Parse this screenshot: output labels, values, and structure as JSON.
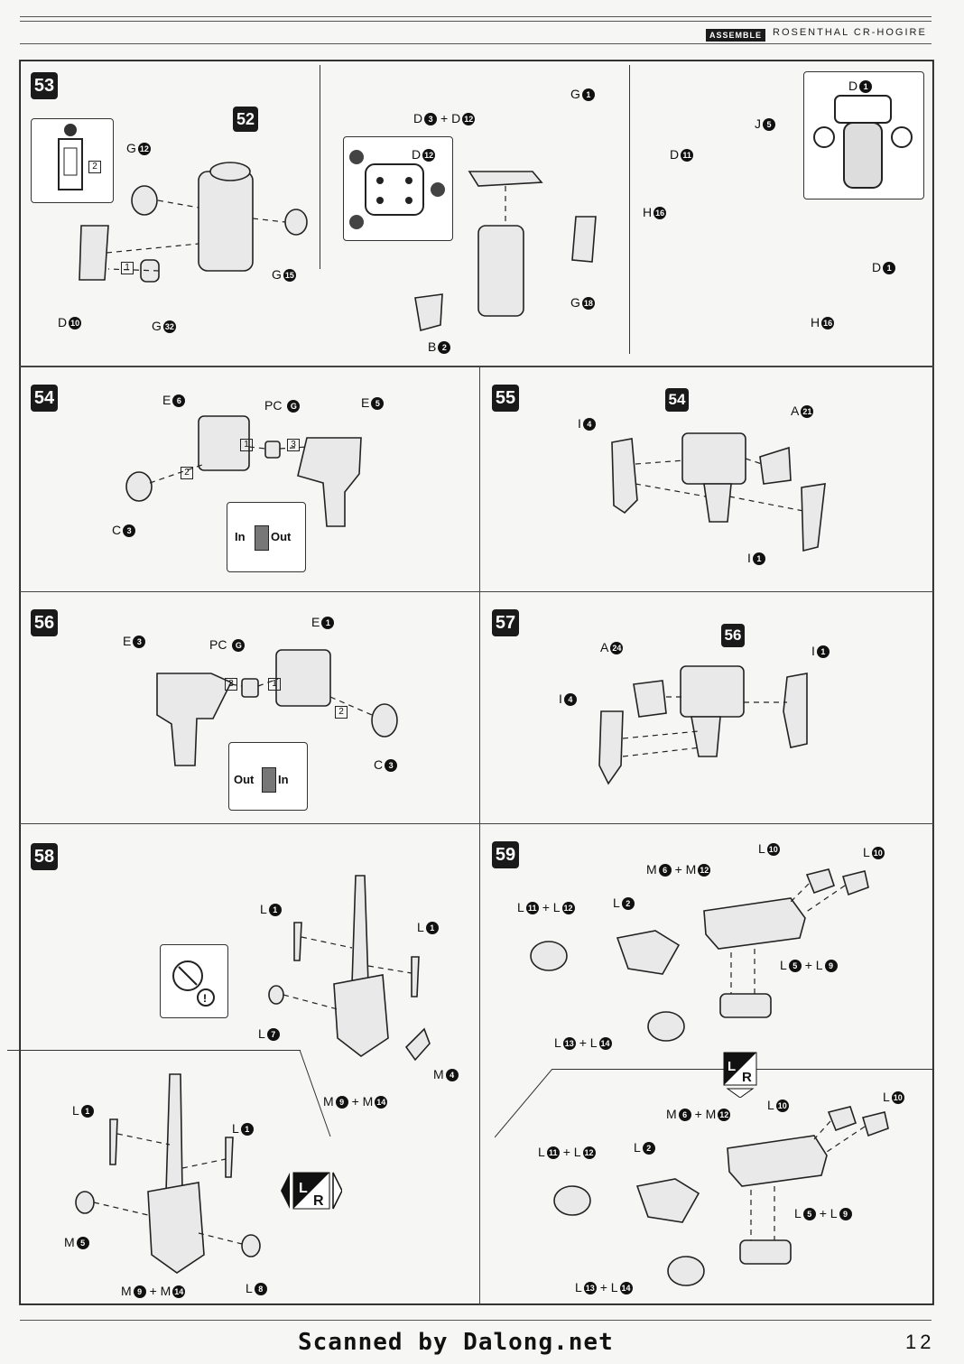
{
  "header": {
    "badge": "ASSEMBLE",
    "title": "ROSENTHAL CR-HOGIRE"
  },
  "steps": {
    "s53": {
      "number": "53",
      "sub_number": "52",
      "labels": [
        {
          "id": "g12",
          "letter": "G",
          "num": "12"
        },
        {
          "id": "g15",
          "letter": "G",
          "num": "15"
        },
        {
          "id": "d10",
          "letter": "D",
          "num": "10"
        },
        {
          "id": "g32",
          "letter": "G",
          "num": "32"
        },
        {
          "id": "d3d12",
          "letter": "D",
          "num": "3",
          "plus": "+ D",
          "num2": "12"
        },
        {
          "id": "g1",
          "letter": "G",
          "num": "1"
        },
        {
          "id": "d12",
          "letter": "D",
          "num": "12"
        },
        {
          "id": "g18",
          "letter": "G",
          "num": "18"
        },
        {
          "id": "b2",
          "letter": "B",
          "num": "2"
        },
        {
          "id": "d1a",
          "letter": "D",
          "num": "1"
        },
        {
          "id": "j5",
          "letter": "J",
          "num": "5"
        },
        {
          "id": "d11",
          "letter": "D",
          "num": "11"
        },
        {
          "id": "h16a",
          "letter": "H",
          "num": "16"
        },
        {
          "id": "d1b",
          "letter": "D",
          "num": "1"
        },
        {
          "id": "h16b",
          "letter": "H",
          "num": "16"
        }
      ],
      "sequence": [
        "2",
        "1"
      ]
    },
    "s54": {
      "number": "54",
      "labels": [
        {
          "id": "e6",
          "letter": "E",
          "num": "6"
        },
        {
          "id": "pcg",
          "letter": "PC",
          "num": "G"
        },
        {
          "id": "e5",
          "letter": "E",
          "num": "5"
        },
        {
          "id": "c3",
          "letter": "C",
          "num": "3"
        }
      ],
      "sequence": [
        "1",
        "2",
        "3"
      ],
      "detail": {
        "in": "In",
        "out": "Out"
      }
    },
    "s55": {
      "number": "55",
      "sub_number": "54",
      "labels": [
        {
          "id": "i4",
          "letter": "I",
          "num": "4"
        },
        {
          "id": "a21",
          "letter": "A",
          "num": "21"
        },
        {
          "id": "i1",
          "letter": "I",
          "num": "1"
        }
      ]
    },
    "s56": {
      "number": "56",
      "labels": [
        {
          "id": "e3",
          "letter": "E",
          "num": "3"
        },
        {
          "id": "pcg",
          "letter": "PC",
          "num": "G"
        },
        {
          "id": "e1",
          "letter": "E",
          "num": "1"
        },
        {
          "id": "c3",
          "letter": "C",
          "num": "3"
        }
      ],
      "sequence": [
        "3",
        "1",
        "2"
      ],
      "detail": {
        "out": "Out",
        "in": "In"
      }
    },
    "s57": {
      "number": "57",
      "sub_number": "56",
      "labels": [
        {
          "id": "a24",
          "letter": "A",
          "num": "24"
        },
        {
          "id": "i1",
          "letter": "I",
          "num": "1"
        },
        {
          "id": "i4",
          "letter": "I",
          "num": "4"
        }
      ]
    },
    "s58": {
      "number": "58",
      "labels": [
        {
          "id": "l1a",
          "letter": "L",
          "num": "1"
        },
        {
          "id": "l1b",
          "letter": "L",
          "num": "1"
        },
        {
          "id": "l7",
          "letter": "L",
          "num": "7"
        },
        {
          "id": "m4",
          "letter": "M",
          "num": "4"
        },
        {
          "id": "m9m14a",
          "letter": "M",
          "num": "9",
          "plus": "+ M",
          "num2": "14"
        },
        {
          "id": "l1c",
          "letter": "L",
          "num": "1"
        },
        {
          "id": "l1d",
          "letter": "L",
          "num": "1"
        },
        {
          "id": "m5",
          "letter": "M",
          "num": "5"
        },
        {
          "id": "m9m14b",
          "letter": "M",
          "num": "9",
          "plus": "+ M",
          "num2": "14"
        },
        {
          "id": "l8",
          "letter": "L",
          "num": "8"
        }
      ]
    },
    "s59": {
      "number": "59",
      "labels": [
        {
          "id": "l10a",
          "letter": "L",
          "num": "10"
        },
        {
          "id": "l10b",
          "letter": "L",
          "num": "10"
        },
        {
          "id": "m6m12a",
          "letter": "M",
          "num": "6",
          "plus": "+ M",
          "num2": "12"
        },
        {
          "id": "l11l12a",
          "letter": "L",
          "num": "11",
          "plus": "+ L",
          "num2": "12"
        },
        {
          "id": "l2a",
          "letter": "L",
          "num": "2"
        },
        {
          "id": "l5l9a",
          "letter": "L",
          "num": "5",
          "plus": "+ L",
          "num2": "9"
        },
        {
          "id": "l13l14a",
          "letter": "L",
          "num": "13",
          "plus": "+ L",
          "num2": "14"
        },
        {
          "id": "m6m12b",
          "letter": "M",
          "num": "6",
          "plus": "+ M",
          "num2": "12"
        },
        {
          "id": "l10c",
          "letter": "L",
          "num": "10"
        },
        {
          "id": "l10d",
          "letter": "L",
          "num": "10"
        },
        {
          "id": "l11l12b",
          "letter": "L",
          "num": "11",
          "plus": "+ L",
          "num2": "12"
        },
        {
          "id": "l2b",
          "letter": "L",
          "num": "2"
        },
        {
          "id": "l5l9b",
          "letter": "L",
          "num": "5",
          "plus": "+ L",
          "num2": "9"
        },
        {
          "id": "l13l14b",
          "letter": "L",
          "num": "13",
          "plus": "+ L",
          "num2": "14"
        }
      ]
    }
  },
  "footer": {
    "scan_credit": "Scanned by Dalong.net",
    "page_number": "12"
  }
}
